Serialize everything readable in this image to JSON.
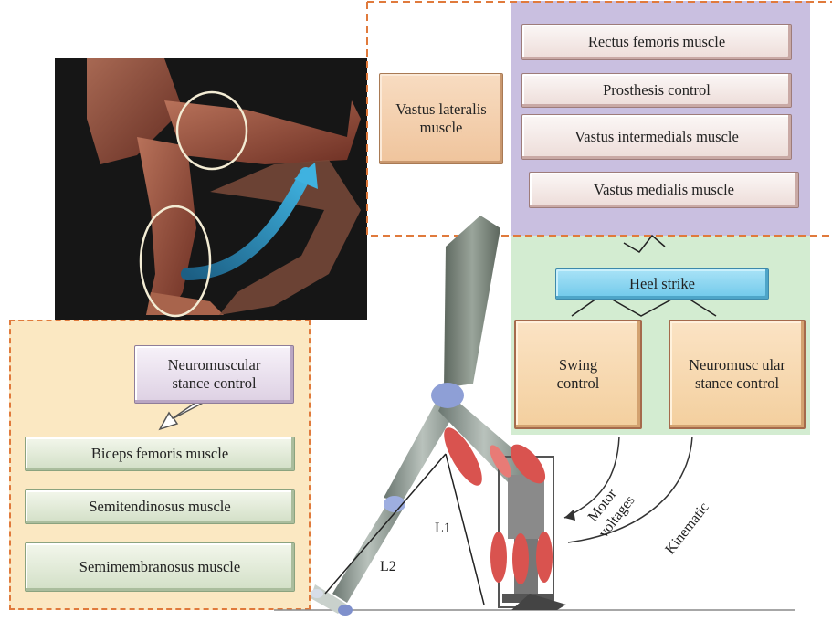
{
  "top_panel": {
    "rectus_femoris": "Rectus femoris muscle",
    "prosthesis_control": "Prosthesis control",
    "vastus_intermedials": "Vastus intermedials muscle",
    "vastus_medialis": "Vastus medialis muscle",
    "vastus_lateralis": "Vastus lateralis muscle"
  },
  "middle_panel": {
    "heel_strike": "Heel strike",
    "swing_control": "Swing control",
    "neuromuscular_stance_control": "Neuromusc ular stance control"
  },
  "left_panel": {
    "neuromuscular_stance_control": "Neuromuscular stance control",
    "biceps_femoris": "Biceps femoris muscle",
    "semitendinosus": "Semitendinosus muscle",
    "semimembranosus": "Semimembranosus muscle"
  },
  "annotations": {
    "motor_voltages": "Motor voltages",
    "kinematic": "Kinematic",
    "l1": "L1",
    "l2": "L2"
  },
  "colors": {
    "purple_panel": "#c9bfe0",
    "green_panel": "#d3ecd1",
    "yellow_panel": "#fbe8c2",
    "dashed_border": "#e07a3c",
    "muscle_red": "#d9534f",
    "arrow_blue": "#2a8fc0"
  }
}
